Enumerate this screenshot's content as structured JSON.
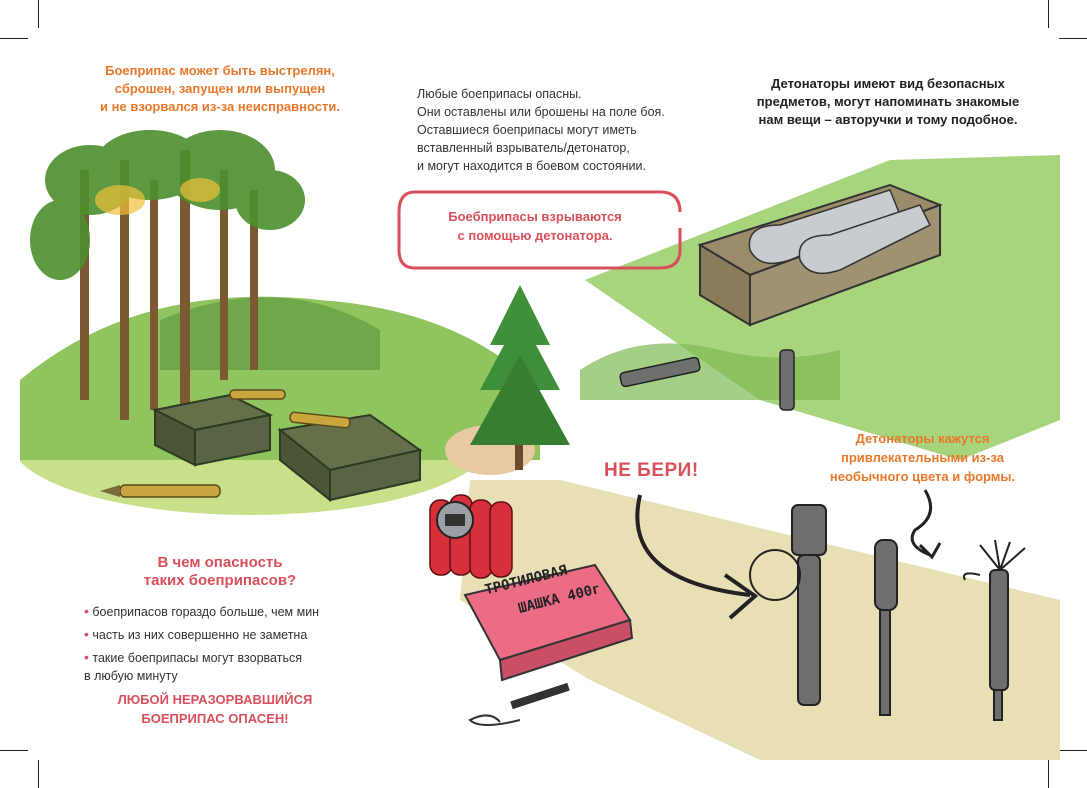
{
  "left_caption": {
    "line1": "Боеприпас может быть выстрелян,",
    "line2": "сброшен, запущен или выпущен",
    "line3": "и не взорвался из-за неисправности."
  },
  "middle_text": {
    "line1": "Любые боеприпасы опасны.",
    "line2": "Они оставлены или брошены на поле боя.",
    "line3": "Оставшиеся боеприпасы могут иметь",
    "line4": "вставленный взрыватель/детонатор,",
    "line5": "и могут находится в боевом состоянии."
  },
  "bubble": {
    "line1": "Боебприпасы взрываются",
    "line2": "с помощью детонатора."
  },
  "right_caption": {
    "line1": "Детонаторы имеют вид безопасных",
    "line2": "предметов, могут напоминать знакомые",
    "line3": "нам вещи – авторучки и тому подобное."
  },
  "danger_section": {
    "title_line1": "В чем опасность",
    "title_line2": "таких боеприпасов?",
    "bullets": [
      "боеприпасов гораздо больше, чем мин",
      "часть из них совершенно не заметна",
      "такие боеприпасы могут взорваться"
    ],
    "bullet3_cont": "в любую минуту",
    "warning_line1": "ЛЮБОЙ НЕРАЗОРВАВШИЙСЯ",
    "warning_line2": "БОЕПРИПАС ОПАСЕН!"
  },
  "ne_beri": "НЕ БЕРИ!",
  "detonator_caption": {
    "line1": "Детонаторы кажутся",
    "line2": "привлекательными из-за",
    "line3": "необычного цвета и формы."
  },
  "tnt_label": {
    "line1": "ТРОТИЛОВАЯ",
    "line2": "ШАШКА 400г"
  },
  "colors": {
    "orange": "#e8782a",
    "red": "#d9505c",
    "green_bg": "#a8d47e",
    "khaki_bg": "#e8e0b4"
  }
}
